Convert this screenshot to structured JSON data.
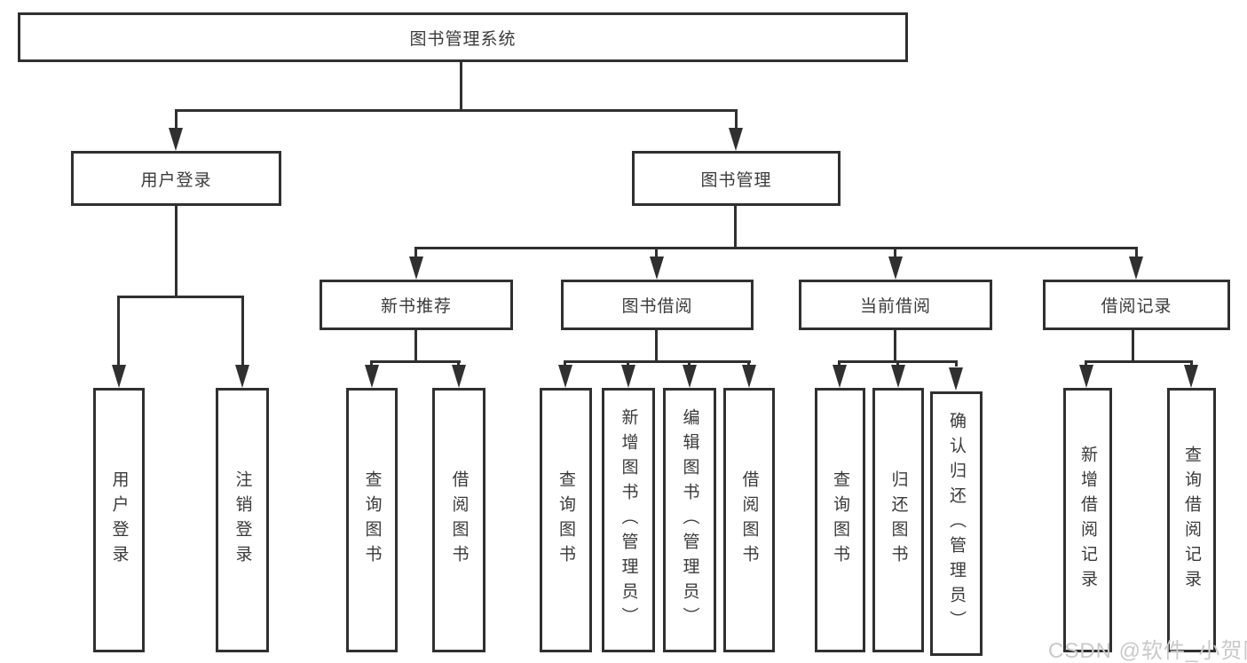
{
  "tree": {
    "label": "图书管理系统",
    "children": [
      {
        "label": "用户登录",
        "children": [
          {
            "label": "用户登录"
          },
          {
            "label": "注销登录"
          }
        ]
      },
      {
        "label": "图书管理",
        "children": [
          {
            "label": "新书推荐",
            "children": [
              {
                "label": "查询图书"
              },
              {
                "label": "借阅图书"
              }
            ]
          },
          {
            "label": "图书借阅",
            "children": [
              {
                "label": "查询图书"
              },
              {
                "label": "新增图书（管理员）"
              },
              {
                "label": "编辑图书（管理员）"
              },
              {
                "label": "借阅图书"
              }
            ]
          },
          {
            "label": "当前借阅",
            "children": [
              {
                "label": "查询图书"
              },
              {
                "label": "归还图书"
              },
              {
                "label": "确认归还（管理员）"
              }
            ]
          },
          {
            "label": "借阅记录",
            "children": [
              {
                "label": "新增借阅记录"
              },
              {
                "label": "查询借阅记录"
              }
            ]
          }
        ]
      }
    ]
  },
  "watermark": {
    "text": "CSDN @软件_小贺同学",
    "color": "#c9c9c9"
  },
  "colors": {
    "line": "#303030",
    "box_border": "#303030",
    "box_background": "#ffffff",
    "text": "#3a3a3a",
    "background": "#ffffff"
  }
}
